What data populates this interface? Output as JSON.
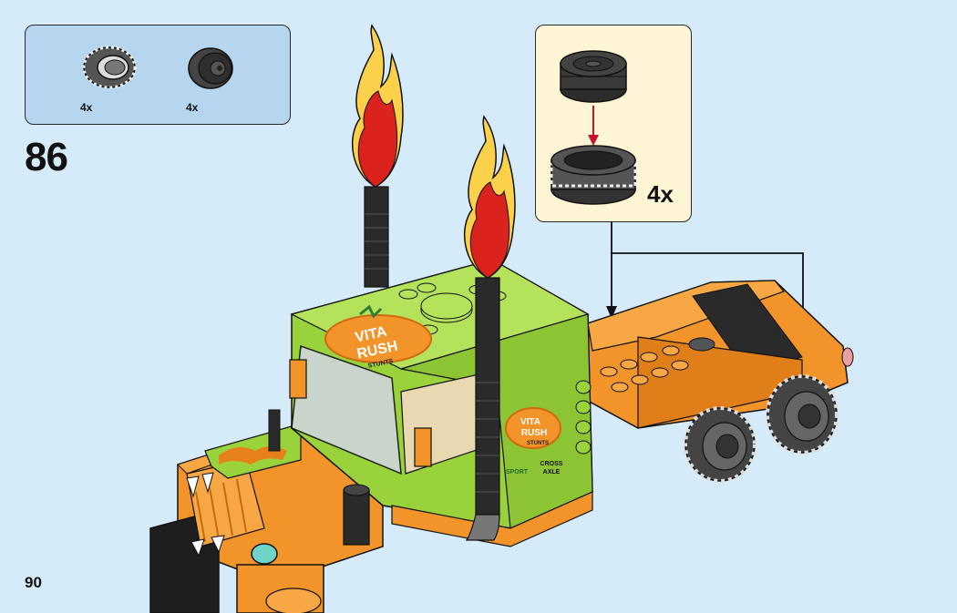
{
  "parts_list": {
    "items": [
      {
        "part": "tire",
        "quantity": "4x"
      },
      {
        "part": "wheel-rim",
        "quantity": "4x"
      }
    ]
  },
  "step": {
    "number": "86"
  },
  "callout": {
    "quantity": "4x"
  },
  "truck": {
    "cab_logo": {
      "line1": "VITA",
      "line2": "RUSH",
      "line3": "STUNTS"
    },
    "door_logo": {
      "line1": "VITA",
      "line2": "RUSH",
      "line3": "STUNTS"
    },
    "sponsor_1": "SPORT",
    "sponsor_2_line1": "CROSS",
    "sponsor_2_line2": "AXLE"
  },
  "page": {
    "number": "90"
  },
  "colors": {
    "background": "#d6ebfa",
    "parts_box": "#b6d6ef",
    "callout_box": "#fdf5d3",
    "cab_green": "#9ad23c",
    "trailer_orange": "#f2942a",
    "flame_red": "#d9231c",
    "flame_yellow": "#fbd04a"
  }
}
